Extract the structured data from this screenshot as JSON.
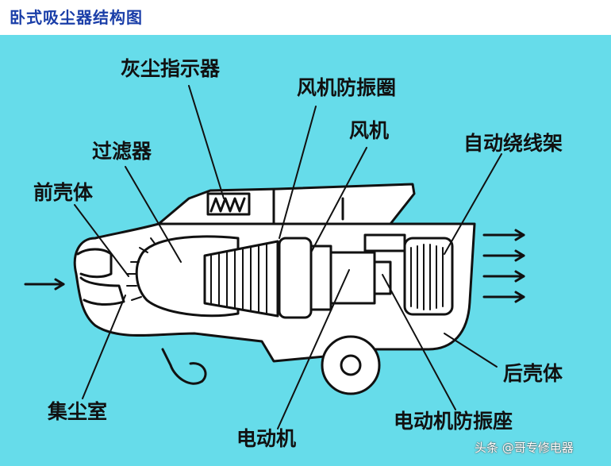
{
  "title": "卧式吸尘器结构图",
  "colors": {
    "background": "#66dcea",
    "title": "#1a3ea8",
    "line": "#111111",
    "body": "#ffffff"
  },
  "labels": {
    "dust_indicator": "灰尘指示器",
    "fan_vibration_ring": "风机防振圈",
    "fan": "风机",
    "auto_cord_reel": "自动绕线架",
    "filter": "过滤器",
    "front_shell": "前壳体",
    "dust_chamber": "集尘室",
    "motor": "电动机",
    "motor_vibration_mount": "电动机防振座",
    "rear_shell": "后壳体"
  },
  "watermark": "头条 @哥专修电器"
}
